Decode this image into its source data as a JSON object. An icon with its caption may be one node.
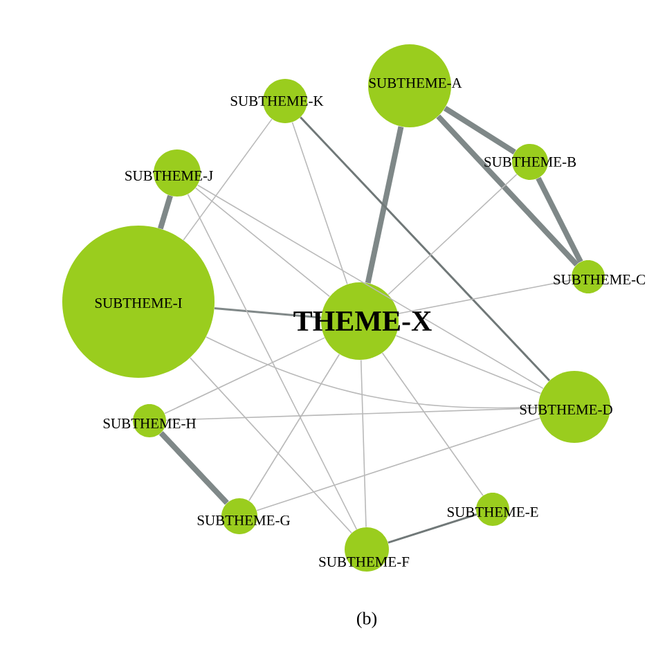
{
  "diagram": {
    "nodes": [
      {
        "text": [
          "THEME-X"
        ]
      },
      {
        "text": [
          "SUBTHEME-A"
        ]
      },
      {
        "text": [
          "SUBTHEME-B"
        ]
      },
      {
        "text": [
          "SUBTHEME-C"
        ]
      },
      {
        "text": [
          "SUBTHEME-D"
        ]
      },
      {
        "text": [
          "SUBTHEME-E"
        ]
      },
      {
        "text": [
          "SUBTHEME-F"
        ]
      },
      {
        "text": [
          "SUBTHEME-G"
        ]
      },
      {
        "text": [
          "SUBTHEME-H"
        ]
      },
      {
        "text": [
          "SUBTHEME-I"
        ]
      },
      {
        "text": [
          "SUBTHEME-J"
        ]
      },
      {
        "text": [
          "SUBTHEME-K"
        ]
      }
    ],
    "edges": [
      {
        "from": 0,
        "to": 1,
        "arrow": "none",
        "style": "thick",
        "color": "#7f8888"
      },
      {
        "from": 1,
        "to": 2,
        "arrow": "none",
        "style": "thick",
        "color": "#7f8888"
      },
      {
        "from": 1,
        "to": 3,
        "arrow": "none",
        "style": "thick",
        "color": "#7f8888"
      },
      {
        "from": 2,
        "to": 3,
        "arrow": "none",
        "style": "thick",
        "color": "#7f8888"
      },
      {
        "from": 8,
        "to": 7,
        "arrow": "none",
        "style": "thick",
        "color": "#7f8888"
      },
      {
        "from": 10,
        "to": 9,
        "arrow": "none",
        "style": "thick",
        "color": "#7f8888"
      },
      {
        "from": 6,
        "to": 5,
        "arrow": "none",
        "color": "#707878"
      },
      {
        "from": 11,
        "to": 4,
        "arrow": "none",
        "color": "#707878"
      },
      {
        "from": 9,
        "to": 0,
        "arrow": "none",
        "color": "#808888"
      },
      {
        "from": 11,
        "to": 9,
        "arrow": "none"
      },
      {
        "from": 11,
        "to": 0,
        "arrow": "none"
      },
      {
        "from": 10,
        "to": 0,
        "arrow": "none"
      },
      {
        "from": 10,
        "to": 4,
        "arrow": "none"
      },
      {
        "from": 10,
        "to": 6,
        "arrow": "none"
      },
      {
        "from": 2,
        "to": 0,
        "arrow": "none"
      },
      {
        "from": 3,
        "to": 0,
        "arrow": "none"
      },
      {
        "from": 9,
        "to": 4,
        "arrow": "none"
      },
      {
        "from": 9,
        "to": 6,
        "arrow": "none"
      },
      {
        "from": 0,
        "to": 4,
        "arrow": "none"
      },
      {
        "from": 0,
        "to": 8,
        "arrow": "none"
      },
      {
        "from": 0,
        "to": 7,
        "arrow": "none"
      },
      {
        "from": 0,
        "to": 6,
        "arrow": "none"
      },
      {
        "from": 0,
        "to": 5,
        "arrow": "none"
      },
      {
        "from": 8,
        "to": 4,
        "arrow": "none"
      },
      {
        "from": 7,
        "to": 4,
        "arrow": "none"
      }
    ],
    "labels": [
      "(b)"
    ]
  }
}
